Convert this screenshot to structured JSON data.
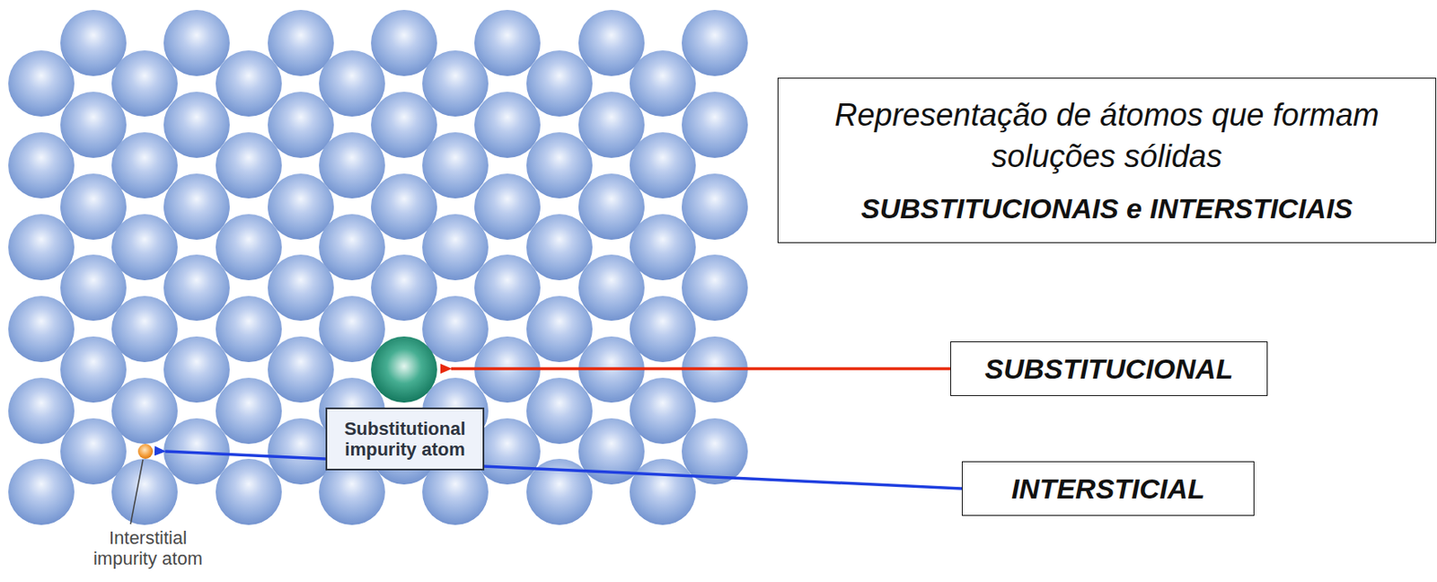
{
  "diagram": {
    "nodes": [
      {
        "text": [
          "Representação de átomos que formam soluções sólidas",
          "SUBSTITUCIONAIS e INTERSTICIAIS"
        ]
      },
      {
        "text": [
          "SUBSTITUCIONAL"
        ]
      },
      {
        "text": [
          "Substitutional impurity atom"
        ]
      },
      {
        "text": [
          "INTERSTICIAL"
        ]
      }
    ],
    "labels": [
      "Interstitial impurity atom"
    ]
  }
}
